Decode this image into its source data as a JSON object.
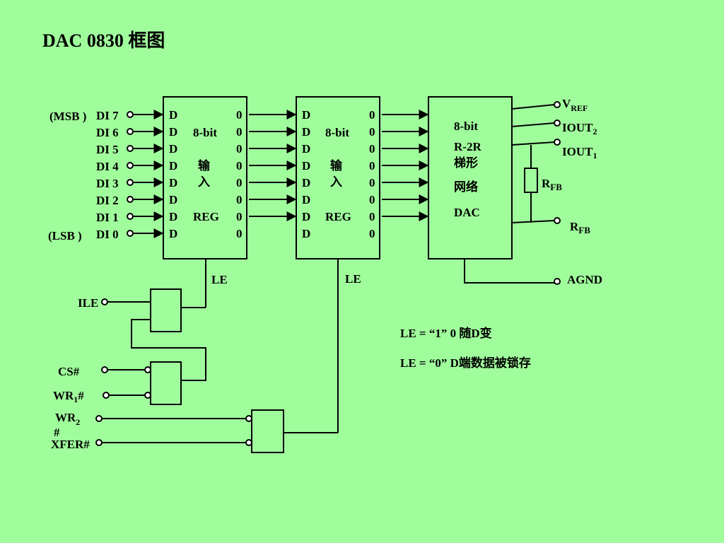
{
  "title": "DAC 0830 框图",
  "inputs": {
    "msb": "(MSB )",
    "lsb": "(LSB )",
    "pins": [
      "DI 7",
      "DI 6",
      "DI 5",
      "DI 4",
      "DI 3",
      "DI 2",
      "DI 1",
      "DI 0"
    ]
  },
  "reg1": {
    "d": "D",
    "q": "0",
    "line1": "8-bit",
    "line2": "输",
    "line3": "入",
    "line4": "REG",
    "le": "LE"
  },
  "reg2": {
    "d": "D",
    "q": "0",
    "line1": "8-bit",
    "line2": "输",
    "line3": "入",
    "line4": "REG",
    "le": "LE"
  },
  "dac": {
    "lines": [
      "8-bit",
      "R-2R",
      "梯形",
      "网络",
      "DAC"
    ]
  },
  "outputs": {
    "vref": "V",
    "vref_sub": "REF",
    "iout2": "IOUT",
    "iout2_sub": "2",
    "iout1": "IOUT",
    "iout1_sub": "1",
    "rfb_res": "R",
    "rfb_res_sub": "FB",
    "rfb_pin": "R",
    "rfb_pin_sub": "FB",
    "agnd": "AGND"
  },
  "control": {
    "ile": "ILE",
    "cs": "CS#",
    "wr1": "WR",
    "wr1_sub": "1",
    "wr1_suffix": "#",
    "wr2": "WR",
    "wr2_sub": "2",
    "wr2_hash": "#",
    "xfer": "XFER#"
  },
  "notes": {
    "line1": "LE = “1” 0 随D变",
    "line2": "LE = “0” D端数据被锁存"
  }
}
